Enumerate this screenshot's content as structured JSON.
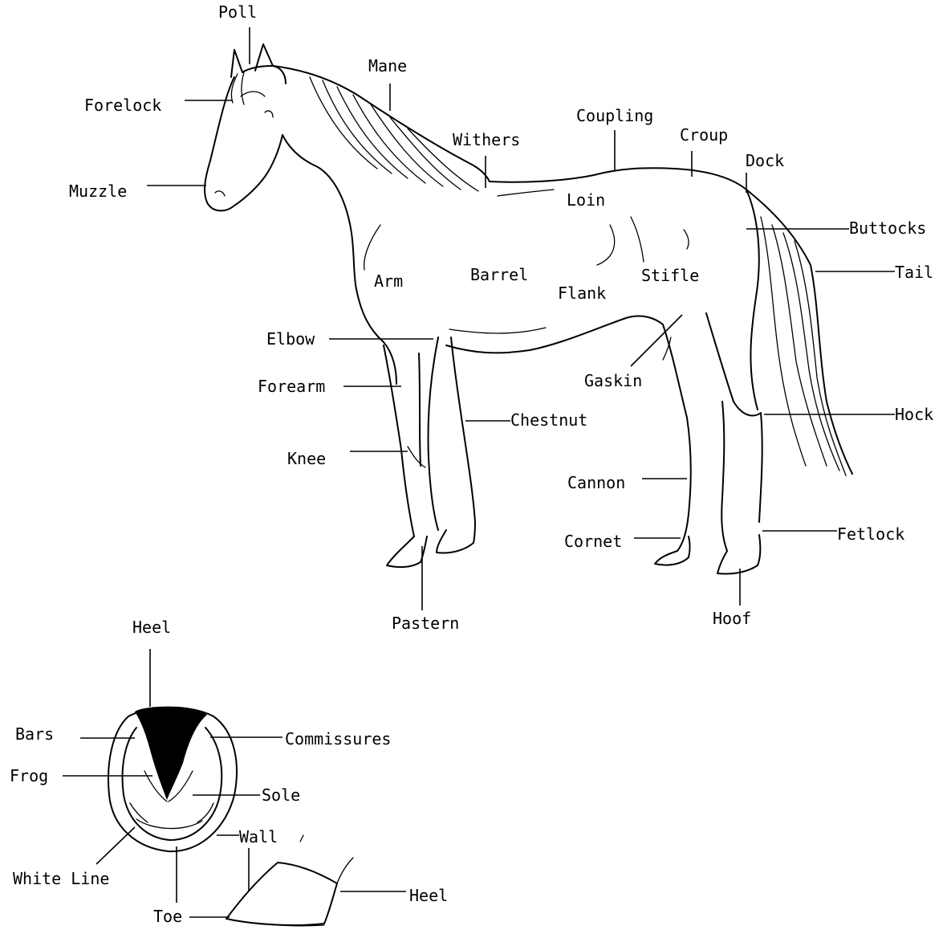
{
  "horse_labels": {
    "poll": "Poll",
    "mane": "Mane",
    "forelock": "Forelock",
    "coupling": "Coupling",
    "croup": "Croup",
    "withers": "Withers",
    "dock": "Dock",
    "muzzle": "Muzzle",
    "loin": "Loin",
    "buttocks": "Buttocks",
    "tail": "Tail",
    "arm": "Arm",
    "barrel": "Barrel",
    "stifle": "Stifle",
    "flank": "Flank",
    "elbow": "Elbow",
    "gaskin": "Gaskin",
    "forearm": "Forearm",
    "chestnut": "Chestnut",
    "hock": "Hock",
    "knee": "Knee",
    "cannon": "Cannon",
    "cornet": "Cornet",
    "fetlock": "Fetlock",
    "pastern": "Pastern",
    "hoof": "Hoof"
  },
  "hoof_labels": {
    "heel_top": "Heel",
    "bars": "Bars",
    "commissures": "Commissures",
    "frog": "Frog",
    "sole": "Sole",
    "wall": "Wall",
    "white_line": "White Line",
    "heel_side": "Heel",
    "toe": "Toe"
  },
  "colors": {
    "ink": "#000000",
    "paper": "#ffffff"
  }
}
